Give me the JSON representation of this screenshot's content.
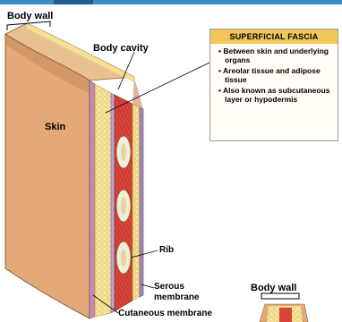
{
  "labels": {
    "body_wall": "Body wall",
    "body_cavity": "Body cavity",
    "skin": "Skin",
    "rib": "Rib",
    "serous_membrane": "Serous membrane",
    "cutaneous_membrane": "Cutaneous membrane",
    "body_wall_secondary": "Body wall"
  },
  "superficial_fascia": {
    "title": "SUPERFICIAL FASCIA",
    "items": [
      "Between skin and underlying organs",
      "Areolar tissue and adipose tissue",
      "Also known as subcutaneous layer or hypodermis"
    ]
  },
  "colors": {
    "skin": "#e3a979",
    "fat": "#f3e094",
    "muscle": "#d8463a",
    "rib": "#f3ecd7",
    "membrane": "#a48ab3",
    "box_header": "#f1c75a",
    "accent_bar": "#3a8cc4"
  }
}
